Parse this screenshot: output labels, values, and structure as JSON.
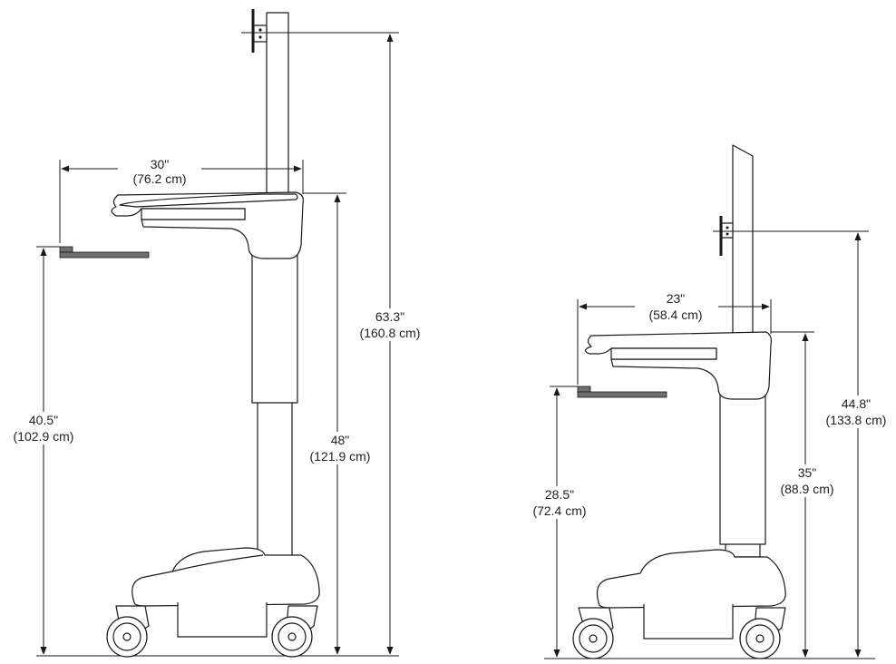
{
  "colors": {
    "outline": "#1a1a1a",
    "fill": "#ffffff",
    "keyboard_tray": "#6f6f6f",
    "text": "#222222"
  },
  "left_cart": {
    "width_in": "30\"",
    "width_cm": "(76.2 cm)",
    "total_height_in": "63.3\"",
    "total_height_cm": "(160.8 cm)",
    "worksurface_height_in": "48\"",
    "worksurface_height_cm": "(121.9 cm)",
    "keyboard_height_in": "40.5\"",
    "keyboard_height_cm": "(102.9 cm)"
  },
  "right_cart": {
    "width_in": "23\"",
    "width_cm": "(58.4 cm)",
    "total_height_in": "44.8\"",
    "total_height_cm": "(133.8 cm)",
    "worksurface_height_in": "35\"",
    "worksurface_height_cm": "(88.9 cm)",
    "keyboard_height_in": "28.5\"",
    "keyboard_height_cm": "(72.4 cm)"
  }
}
